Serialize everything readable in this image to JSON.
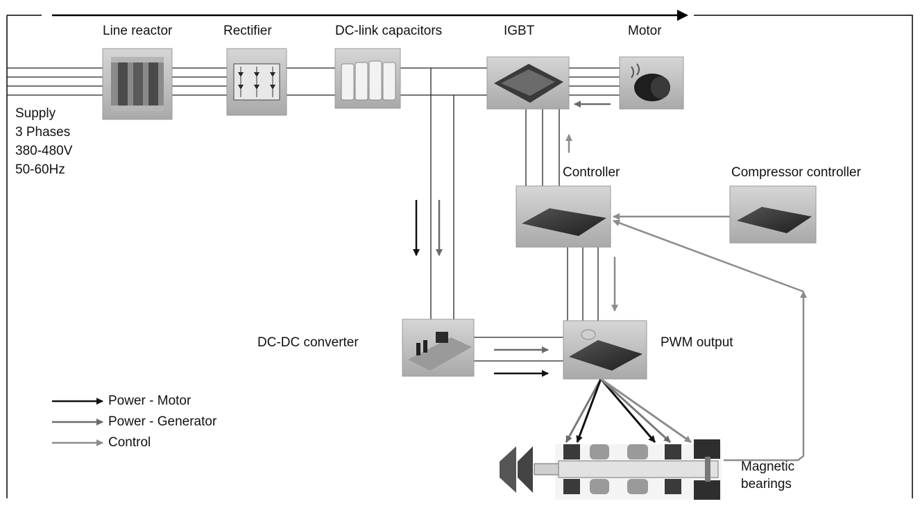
{
  "labels": {
    "line_reactor": "Line reactor",
    "rectifier": "Rectifier",
    "dc_link": "DC-link capacitors",
    "igbt": "IGBT",
    "motor": "Motor",
    "supply": [
      "Supply",
      "3 Phases",
      "380-480V",
      "50-60Hz"
    ],
    "controller": "Controller",
    "compressor_controller": "Compressor controller",
    "dcdc": "DC-DC converter",
    "pwm": "PWM output",
    "magnetic_bearings": [
      "Magnetic",
      "bearings"
    ]
  },
  "legend": [
    {
      "label": "Power - Motor",
      "color": "#111111"
    },
    {
      "label": "Power - Generator",
      "color": "#6a6a6a"
    },
    {
      "label": "Control",
      "color": "#8c8c8c"
    }
  ],
  "colors": {
    "frame": "#000000",
    "wire": "#222222",
    "power_motor": "#111111",
    "power_generator": "#6a6a6a",
    "control": "#8c8c8c",
    "component_bg": "#bdbdbd"
  }
}
